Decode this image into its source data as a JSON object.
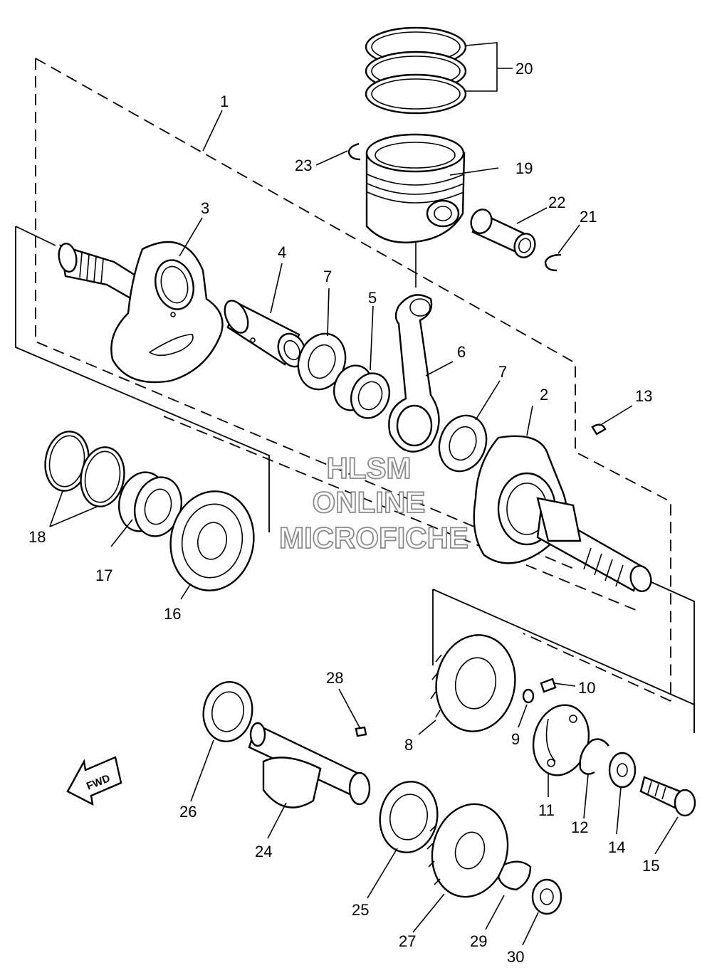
{
  "watermark": {
    "line1": "HLSM",
    "line2": "ONLINE",
    "line3": "MICROFICHE"
  },
  "fwd_label": "FWD",
  "callouts": {
    "c1": "1",
    "c2": "2",
    "c3": "3",
    "c4": "4",
    "c5": "5",
    "c6": "6",
    "c7a": "7",
    "c7b": "7",
    "c8": "8",
    "c9": "9",
    "c10": "10",
    "c11": "11",
    "c12": "12",
    "c13": "13",
    "c14": "14",
    "c15": "15",
    "c16": "16",
    "c17": "17",
    "c18": "18",
    "c19": "19",
    "c20": "20",
    "c21": "21",
    "c22": "22",
    "c23": "23",
    "c24": "24",
    "c25": "25",
    "c26": "26",
    "c27": "27",
    "c28": "28",
    "c29": "29",
    "c30": "30"
  }
}
